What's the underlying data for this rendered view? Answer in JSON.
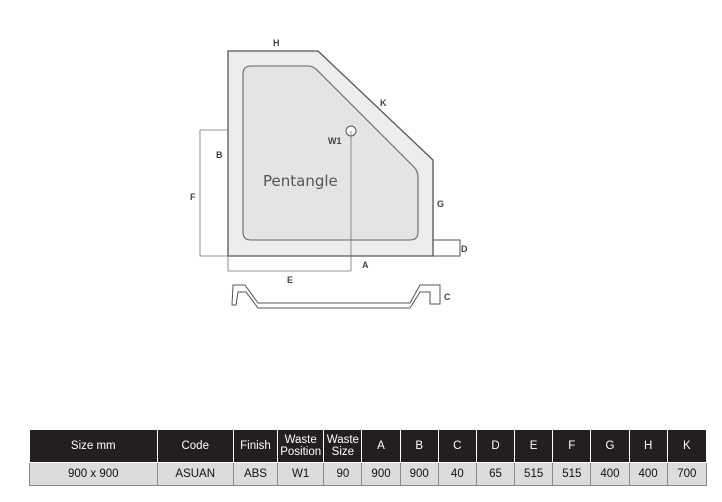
{
  "diagram": {
    "product_name": "Pentangle",
    "labels": {
      "H": "H",
      "K": "K",
      "W1": "W1",
      "B": "B",
      "F": "F",
      "G": "G",
      "D": "D",
      "A": "A",
      "E": "E",
      "C": "C"
    },
    "colors": {
      "tray_fill": "#ededed",
      "stroke": "#555555",
      "label": "#444444"
    }
  },
  "table": {
    "headers": [
      "Size mm",
      "Code",
      "Finish",
      "Waste Position",
      "Waste Size",
      "A",
      "B",
      "C",
      "D",
      "E",
      "F",
      "G",
      "H",
      "K"
    ],
    "rows": [
      [
        "900 x 900",
        "ASUAN",
        "ABS",
        "W1",
        "90",
        "900",
        "900",
        "40",
        "65",
        "515",
        "515",
        "400",
        "400",
        "700"
      ]
    ],
    "colors": {
      "header_bg": "#231f20",
      "header_text": "#ffffff",
      "row_bg": "#dcdcdc"
    }
  }
}
